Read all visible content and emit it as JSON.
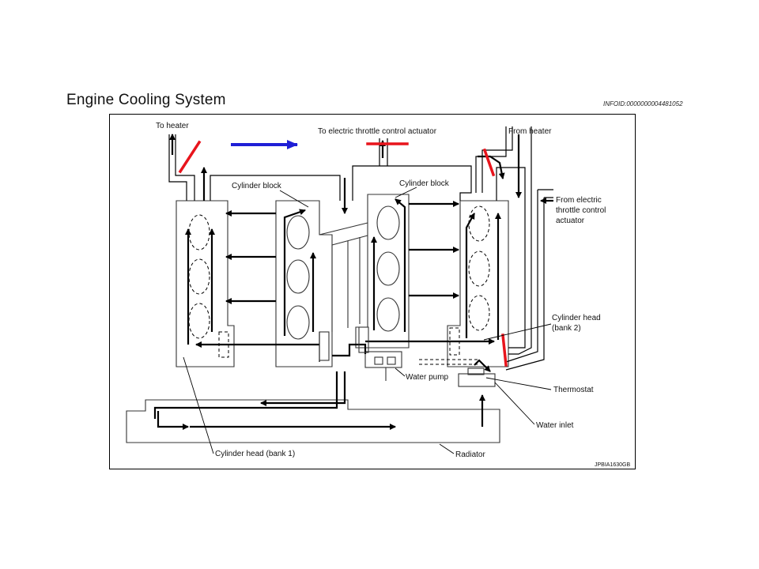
{
  "title": "Engine Cooling System",
  "info_id": "INFOID:0000000004481052",
  "figure_code": "JPBIA1630GB",
  "labels": {
    "to_heater": "To heater",
    "to_throttle": "To electric throttle control actuator",
    "from_heater": "From heater",
    "from_throttle_1": "From electric",
    "from_throttle_2": "throttle control",
    "from_throttle_3": "actuator",
    "cyl_block_left": "Cylinder block",
    "cyl_block_right": "Cylinder block",
    "cyl_head_bank2_1": "Cylinder head",
    "cyl_head_bank2_2": "(bank 2)",
    "thermostat": "Thermostat",
    "water_pump": "Water pump",
    "water_inlet": "Water inlet",
    "cyl_head_bank1": "Cylinder head (bank 1)",
    "radiator": "Radiator"
  },
  "colors": {
    "flow_line": "#000000",
    "highlight_arrow": "#1f1fd6",
    "cut_mark": "#e8141c"
  }
}
